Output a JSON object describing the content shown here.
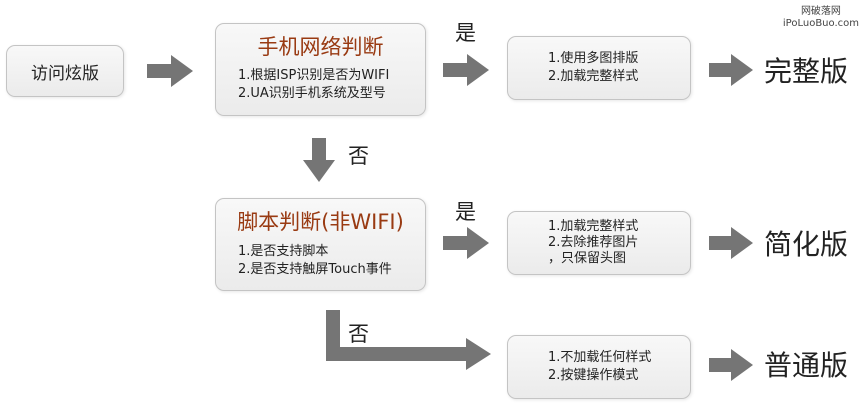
{
  "watermark": {
    "line1": "网破落网",
    "line2": "iPoLuoBuo.com"
  },
  "start": {
    "label": "访问炫版"
  },
  "check_network": {
    "title": "手机网络判断",
    "items": [
      "1.根据ISP识别是否为WIFI",
      "2.UA识别手机系统及型号"
    ]
  },
  "check_script": {
    "title": "脚本判断(非WIFI)",
    "items": [
      "1.是否支持脚本",
      "2.是否支持触屏Touch事件"
    ]
  },
  "labels": {
    "yes_1": "是",
    "yes_2": "是",
    "no_1": "否",
    "no_2": "否"
  },
  "full_actions": {
    "items": [
      "1.使用多图排版",
      "2.加载完整样式"
    ]
  },
  "simple_actions": {
    "items": [
      "1.加载完整样式",
      "2.去除推荐图片",
      "，只保留头图"
    ]
  },
  "basic_actions": {
    "items": [
      "1.不加载任何样式",
      "2.按键操作模式"
    ]
  },
  "results": {
    "full": "完整版",
    "simple": "简化版",
    "basic": "普通版"
  },
  "colors": {
    "arrow": "#757575",
    "title_text": "#993a12",
    "box_border": "#c4c4c4"
  }
}
